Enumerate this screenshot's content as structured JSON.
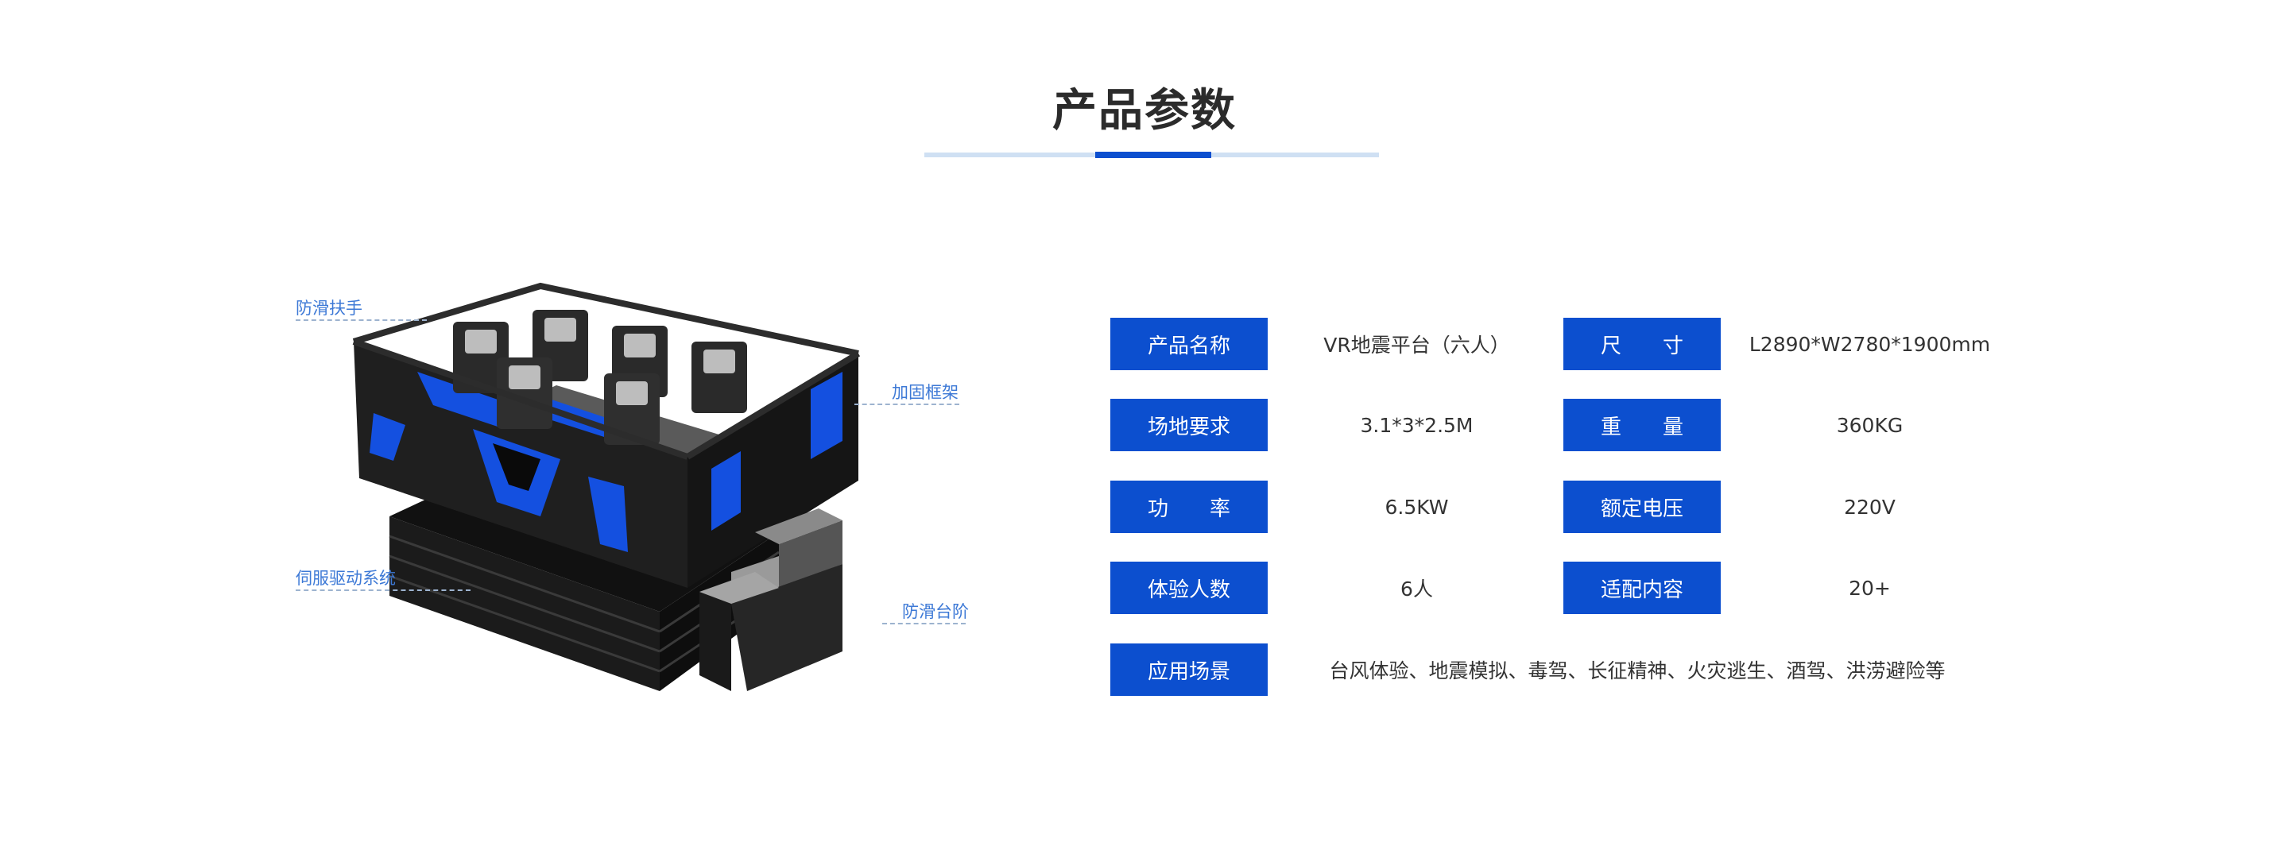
{
  "header": {
    "title": "产品参数"
  },
  "product": {
    "callouts": {
      "handrail": "防滑扶手",
      "frame": "加固框架",
      "servo": "伺服驱动系统",
      "steps": "防滑台阶"
    }
  },
  "specs": {
    "name_label": "产品名称",
    "name_value": "VR地震平台（六人）",
    "size_label": "尺　　寸",
    "size_value": "L2890*W2780*1900mm",
    "site_label": "场地要求",
    "site_value": "3.1*3*2.5M",
    "weight_label": "重　　量",
    "weight_value": "360KG",
    "power_label": "功　　率",
    "power_value": "6.5KW",
    "voltage_label": "额定电压",
    "voltage_value": "220V",
    "people_label": "体验人数",
    "people_value": "6人",
    "content_label": "适配内容",
    "content_value": "20+",
    "scene_label": "应用场景",
    "scene_value": "台风体验、地震模拟、毒驾、长征精神、火灾逃生、酒驾、洪涝避险等"
  },
  "colors": {
    "accent": "#0c4fcf",
    "underline_light": "#cfe0f3",
    "callout_text": "#3d79d6",
    "machine_body": "#1e1e1e",
    "machine_blue": "#1450e0"
  }
}
